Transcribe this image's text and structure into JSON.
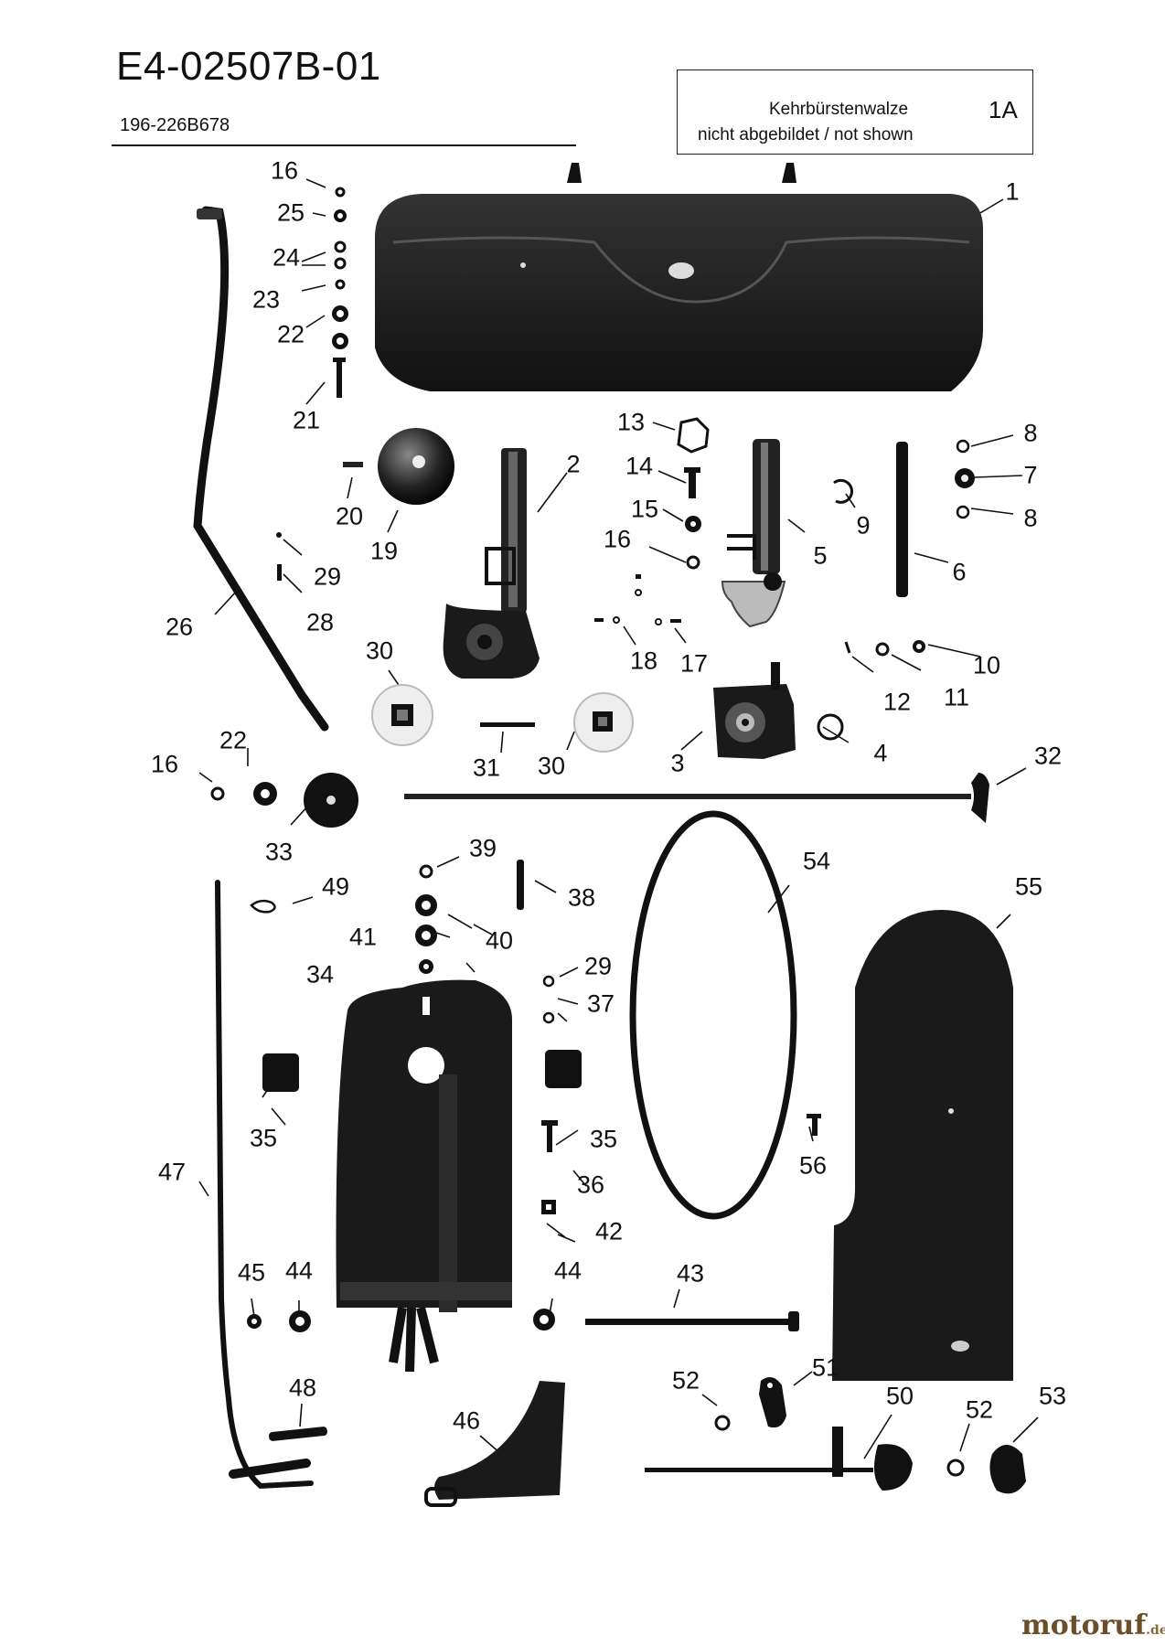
{
  "header": {
    "title": "E4-02507B-01",
    "subtitle": "196-226B678"
  },
  "note_box": {
    "line1": "Kehrbürstenwalze",
    "line2": "nicht abgebildet / not shown",
    "part_number": "1A"
  },
  "callouts": [
    {
      "id": "l-16a",
      "text": "16"
    },
    {
      "id": "l-25",
      "text": "25"
    },
    {
      "id": "l-24",
      "text": "24"
    },
    {
      "id": "l-23",
      "text": "23"
    },
    {
      "id": "l-22a",
      "text": "22"
    },
    {
      "id": "l-21",
      "text": "21"
    },
    {
      "id": "l-1",
      "text": "1"
    },
    {
      "id": "l-13",
      "text": "13"
    },
    {
      "id": "l-14",
      "text": "14"
    },
    {
      "id": "l-2",
      "text": "2"
    },
    {
      "id": "l-15",
      "text": "15"
    },
    {
      "id": "l-16b",
      "text": "16"
    },
    {
      "id": "l-5",
      "text": "5"
    },
    {
      "id": "l-9",
      "text": "9"
    },
    {
      "id": "l-6",
      "text": "6"
    },
    {
      "id": "l-8a",
      "text": "8"
    },
    {
      "id": "l-7",
      "text": "7"
    },
    {
      "id": "l-8b",
      "text": "8"
    },
    {
      "id": "l-20",
      "text": "20"
    },
    {
      "id": "l-19",
      "text": "19"
    },
    {
      "id": "l-29a",
      "text": "29"
    },
    {
      "id": "l-28",
      "text": "28"
    },
    {
      "id": "l-26",
      "text": "26"
    },
    {
      "id": "l-18",
      "text": "18"
    },
    {
      "id": "l-17",
      "text": "17"
    },
    {
      "id": "l-12",
      "text": "12"
    },
    {
      "id": "l-11",
      "text": "11"
    },
    {
      "id": "l-10",
      "text": "10"
    },
    {
      "id": "l-30a",
      "text": "30"
    },
    {
      "id": "l-31",
      "text": "31"
    },
    {
      "id": "l-30b",
      "text": "30"
    },
    {
      "id": "l-3",
      "text": "3"
    },
    {
      "id": "l-4",
      "text": "4"
    },
    {
      "id": "l-32",
      "text": "32"
    },
    {
      "id": "l-16c",
      "text": "16"
    },
    {
      "id": "l-22b",
      "text": "22"
    },
    {
      "id": "l-33",
      "text": "33"
    },
    {
      "id": "l-39",
      "text": "39"
    },
    {
      "id": "l-49",
      "text": "49"
    },
    {
      "id": "l-38",
      "text": "38"
    },
    {
      "id": "l-54",
      "text": "54"
    },
    {
      "id": "l-55",
      "text": "55"
    },
    {
      "id": "l-41",
      "text": "41"
    },
    {
      "id": "l-40",
      "text": "40"
    },
    {
      "id": "l-34",
      "text": "34"
    },
    {
      "id": "l-29b",
      "text": "29"
    },
    {
      "id": "l-37",
      "text": "37"
    },
    {
      "id": "l-35a",
      "text": "35"
    },
    {
      "id": "l-35b",
      "text": "35"
    },
    {
      "id": "l-47",
      "text": "47"
    },
    {
      "id": "l-36",
      "text": "36"
    },
    {
      "id": "l-56",
      "text": "56"
    },
    {
      "id": "l-42",
      "text": "42"
    },
    {
      "id": "l-45",
      "text": "45"
    },
    {
      "id": "l-44a",
      "text": "44"
    },
    {
      "id": "l-44b",
      "text": "44"
    },
    {
      "id": "l-43",
      "text": "43"
    },
    {
      "id": "l-48",
      "text": "48"
    },
    {
      "id": "l-46",
      "text": "46"
    },
    {
      "id": "l-52a",
      "text": "52"
    },
    {
      "id": "l-51",
      "text": "51"
    },
    {
      "id": "l-50",
      "text": "50"
    },
    {
      "id": "l-52b",
      "text": "52"
    },
    {
      "id": "l-53",
      "text": "53"
    }
  ],
  "brand": {
    "name": "motoruf",
    "suffix": ".de"
  }
}
